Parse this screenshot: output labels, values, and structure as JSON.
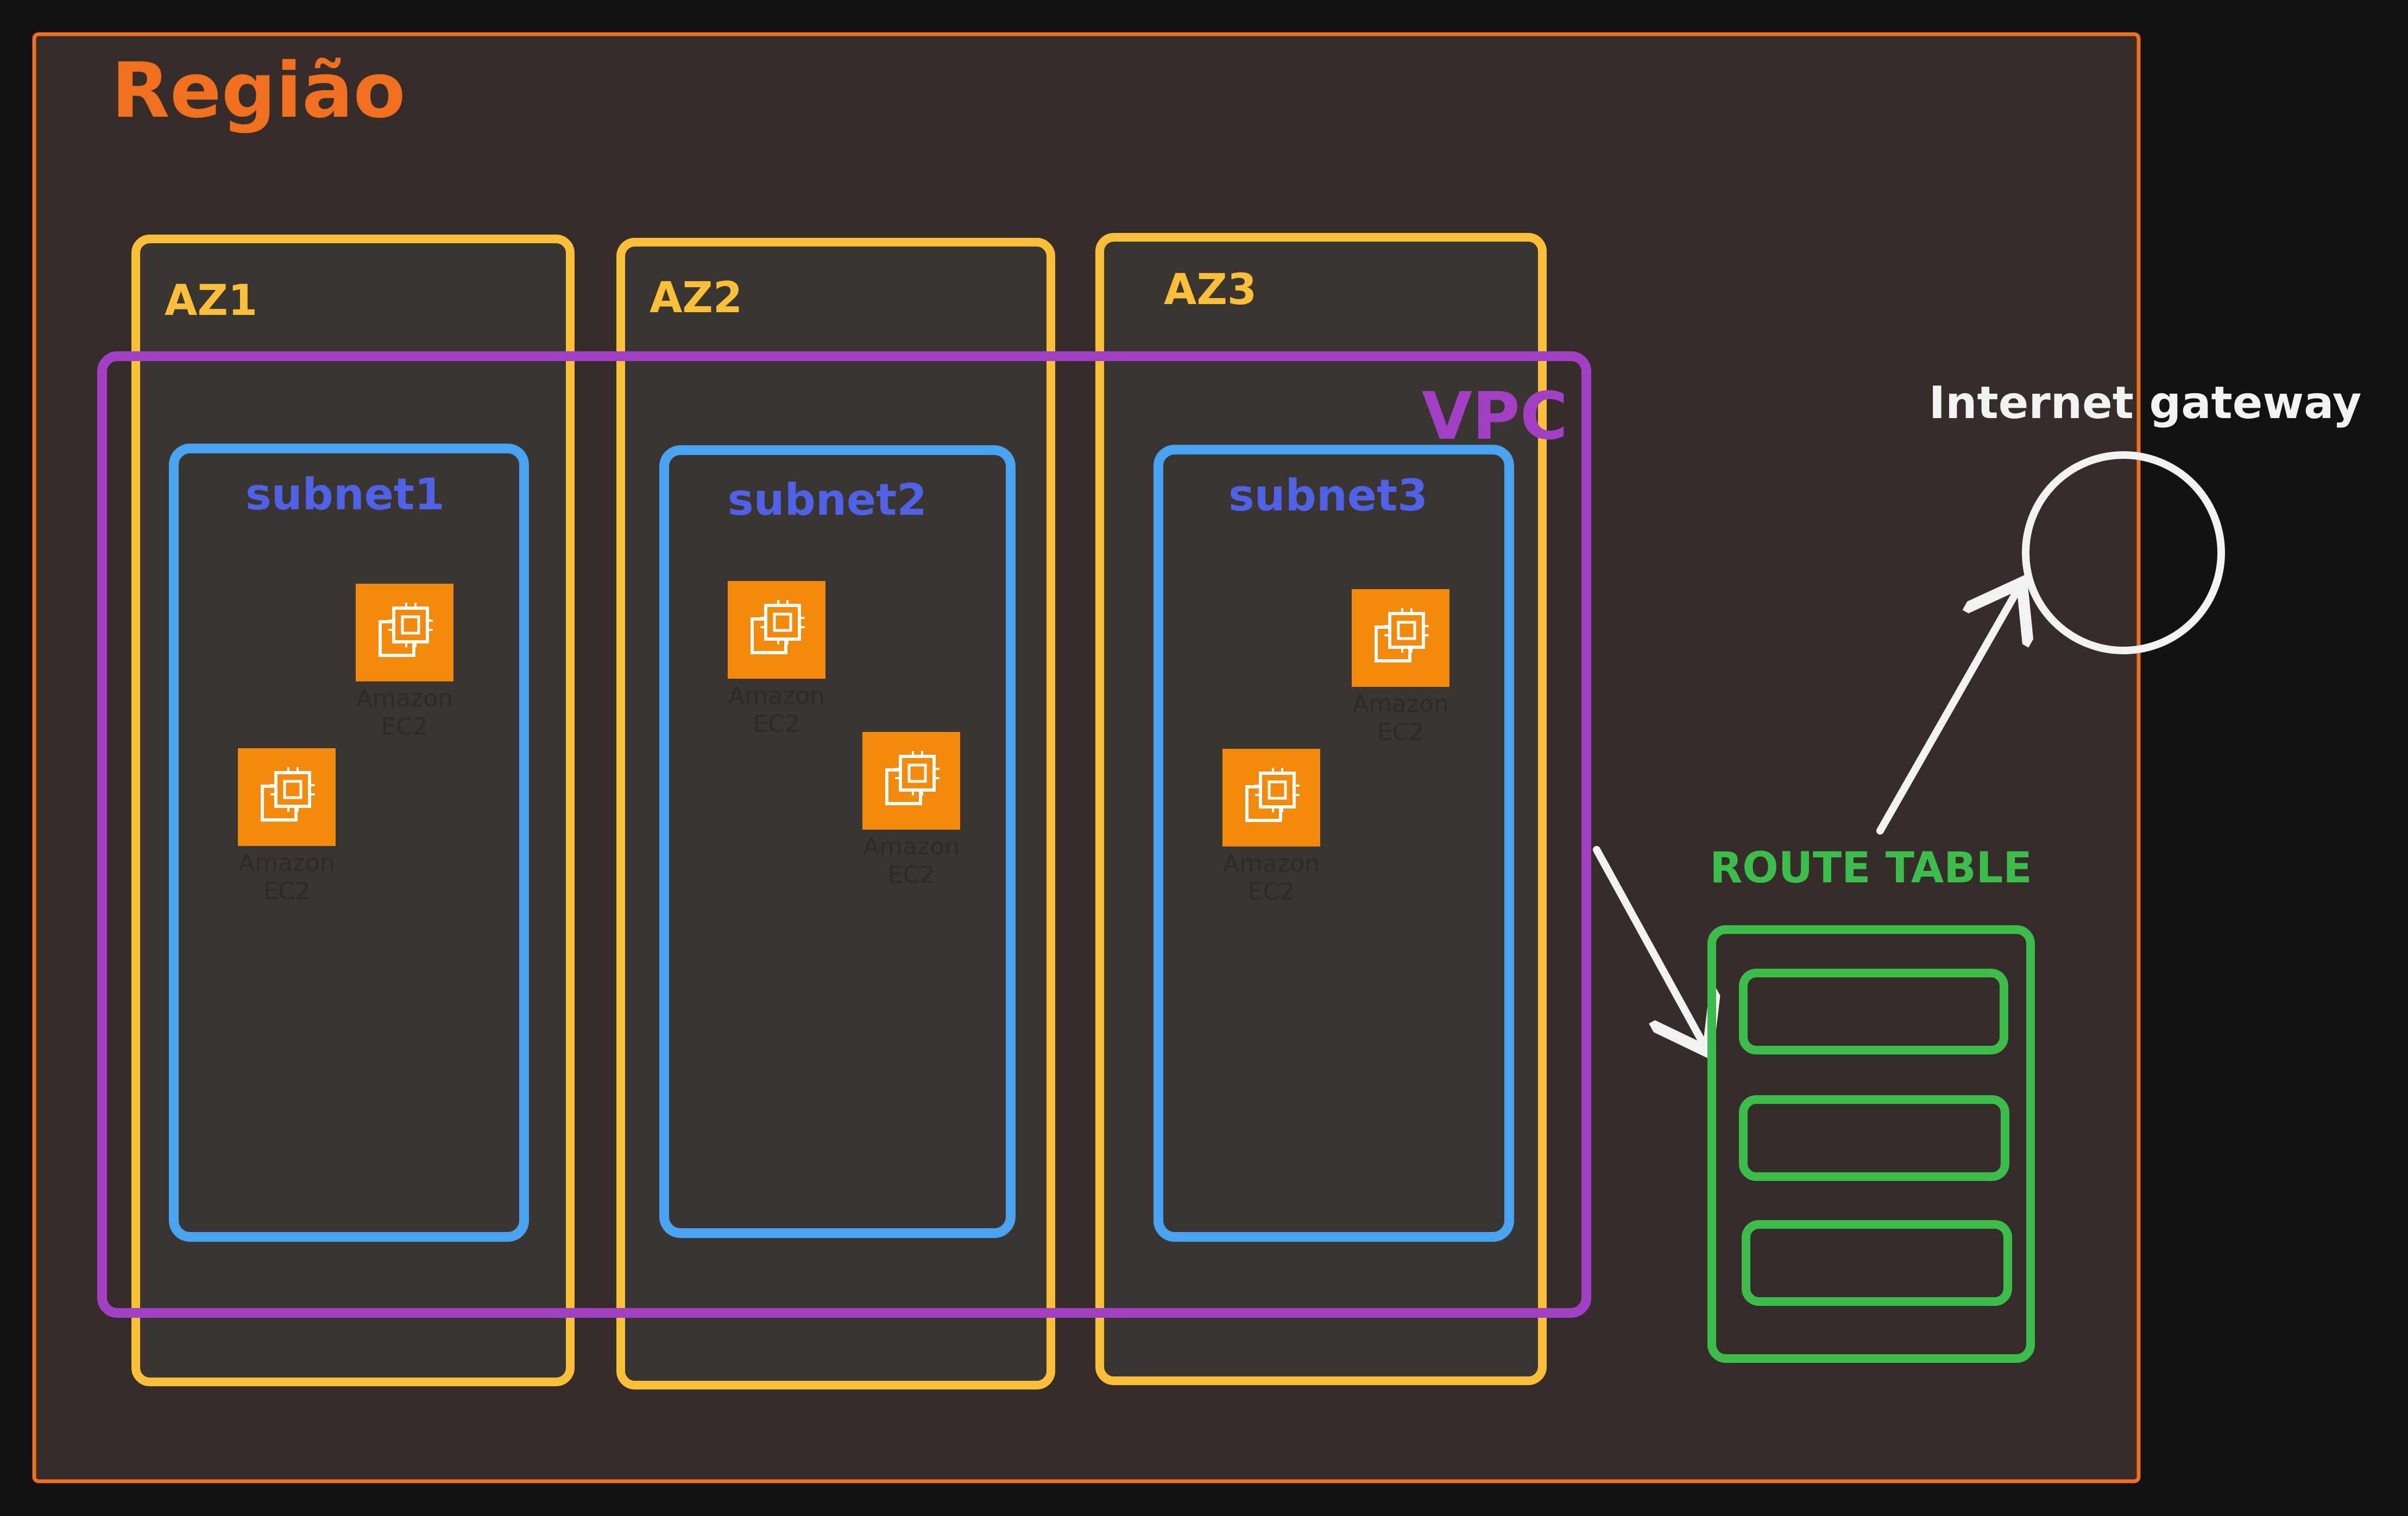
{
  "region": {
    "label": "Região",
    "color": "#F07020"
  },
  "availability_zones": [
    {
      "label": "AZ1"
    },
    {
      "label": "AZ2"
    },
    {
      "label": "AZ3"
    }
  ],
  "az_color": "#FBBF3A",
  "vpc": {
    "label": "VPC",
    "color": "#A23FC4"
  },
  "subnets": [
    {
      "label": "subnet1"
    },
    {
      "label": "subnet2"
    },
    {
      "label": "subnet3"
    }
  ],
  "subnet_color": "#4AA3F0",
  "subnet_label_color": "#4F62E6",
  "ec2": {
    "line1": "Amazon",
    "line2": "EC2",
    "icon": "ec2-chip-icon",
    "color": "#F48A0C"
  },
  "route_table": {
    "label": "ROUTE TABLE",
    "color": "#3DBE4C"
  },
  "internet_gateway": {
    "label": "Internet gateway",
    "color": "#F2F2F2"
  }
}
